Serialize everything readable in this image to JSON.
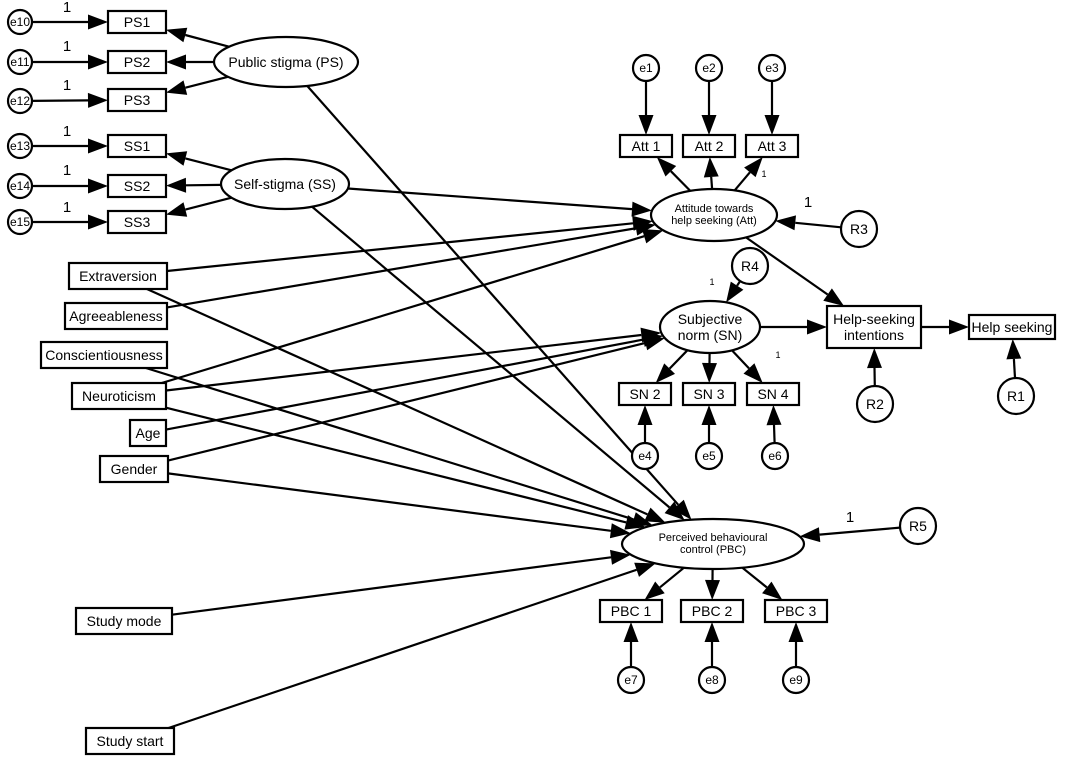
{
  "diagram": {
    "nodes": {
      "e10": "e10",
      "e11": "e11",
      "e12": "e12",
      "e13": "e13",
      "e14": "e14",
      "e15": "e15",
      "PS1": "PS1",
      "PS2": "PS2",
      "PS3": "PS3",
      "SS1": "SS1",
      "SS2": "SS2",
      "SS3": "SS3",
      "PS": "Public stigma (PS)",
      "SS": "Self-stigma (SS)",
      "Extraversion": "Extraversion",
      "Agreeableness": "Agreeableness",
      "Conscientiousness": "Conscientiousness",
      "Neuroticism": "Neuroticism",
      "Age": "Age",
      "Gender": "Gender",
      "StudyMode": "Study mode",
      "StudyStart": "Study start",
      "e1": "e1",
      "e2": "e2",
      "e3": "e3",
      "Att1": "Att 1",
      "Att2": "Att 2",
      "Att3": "Att 3",
      "Att": [
        "Attitude towards",
        "help seeking (Att)"
      ],
      "R3": "R3",
      "R4": "R4",
      "SN": [
        "Subjective",
        "norm (SN)"
      ],
      "SN2": "SN 2",
      "SN3": "SN 3",
      "SN4": "SN 4",
      "e4": "e4",
      "e5": "e5",
      "e6": "e6",
      "HSI": [
        "Help-seeking",
        "intentions"
      ],
      "HS": "Help seeking",
      "R2": "R2",
      "R1": "R1",
      "PBC": [
        "Perceived behavioural",
        "control (PBC)"
      ],
      "R5": "R5",
      "PBC1": "PBC 1",
      "PBC2": "PBC 2",
      "PBC3": "PBC 3",
      "e7": "e7",
      "e8": "e8",
      "e9": "e9"
    },
    "path_labels": {
      "e10_PS1": "1",
      "e11_PS2": "1",
      "e12_PS3": "1",
      "e13_SS1": "1",
      "e14_SS2": "1",
      "e15_SS3": "1",
      "R3_Att": "1",
      "R4_SN": "1",
      "R5_PBC": "1",
      "Att_Att3": "1",
      "SN_SN4": "1"
    }
  }
}
